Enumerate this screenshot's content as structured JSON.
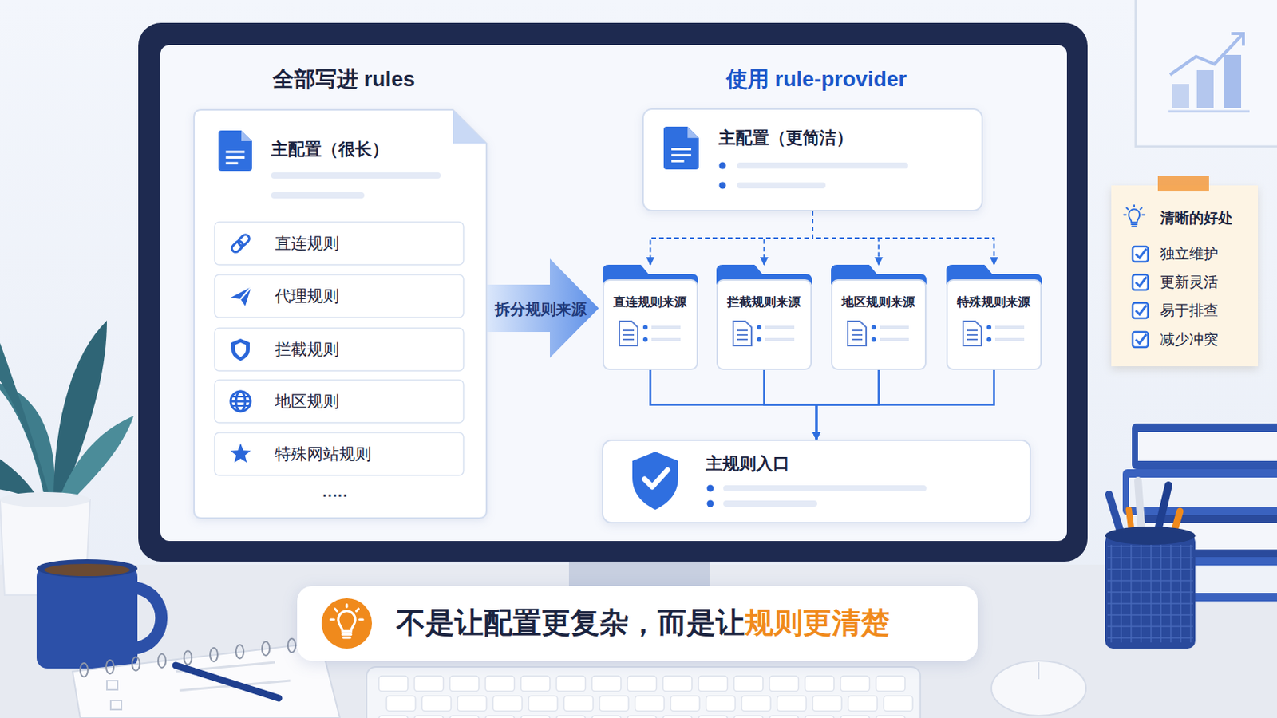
{
  "diagram": {
    "nodes": [
      {
        "text": [
          "全部写进 rules",
          "主配置（很长）",
          "·····"
        ]
      },
      {
        "text": [
          "直连规则"
        ],
        "in": 0
      },
      {
        "text": [
          "代理规则"
        ],
        "in": 0
      },
      {
        "text": [
          "拦截规则"
        ],
        "in": 0
      },
      {
        "text": [
          "地区规则"
        ],
        "in": 0
      },
      {
        "text": [
          "特殊网站规则"
        ],
        "in": 0
      },
      {
        "text": [
          "拆分规则来源"
        ]
      },
      {
        "text": [
          "使用 rule-provider",
          "主配置（更简洁）"
        ]
      },
      {
        "text": [
          "直连规则来源"
        ]
      },
      {
        "text": [
          "拦截规则来源"
        ]
      },
      {
        "text": [
          "地区规则来源"
        ]
      },
      {
        "text": [
          "特殊规则来源"
        ]
      },
      {
        "text": [
          "主规则入口"
        ]
      },
      {
        "text": [
          "清晰的好处",
          "独立维护",
          "更新灵活",
          "易于排查",
          "减少冲突"
        ]
      },
      {
        "text": [
          "不是让配置更复杂，而是让",
          "规则更清楚"
        ]
      }
    ],
    "edges": [
      {
        "from": 7,
        "to": 8,
        "arrow": "to"
      },
      {
        "from": 7,
        "to": 9,
        "arrow": "to"
      },
      {
        "from": 7,
        "to": 10,
        "arrow": "to"
      },
      {
        "from": 7,
        "to": 11,
        "arrow": "to"
      },
      {
        "from": 8,
        "to": 12,
        "arrow": "to"
      },
      {
        "from": 9,
        "to": 12,
        "arrow": "to"
      },
      {
        "from": 10,
        "to": 12,
        "arrow": "to"
      },
      {
        "from": 11,
        "to": 12,
        "arrow": "to"
      }
    ]
  }
}
